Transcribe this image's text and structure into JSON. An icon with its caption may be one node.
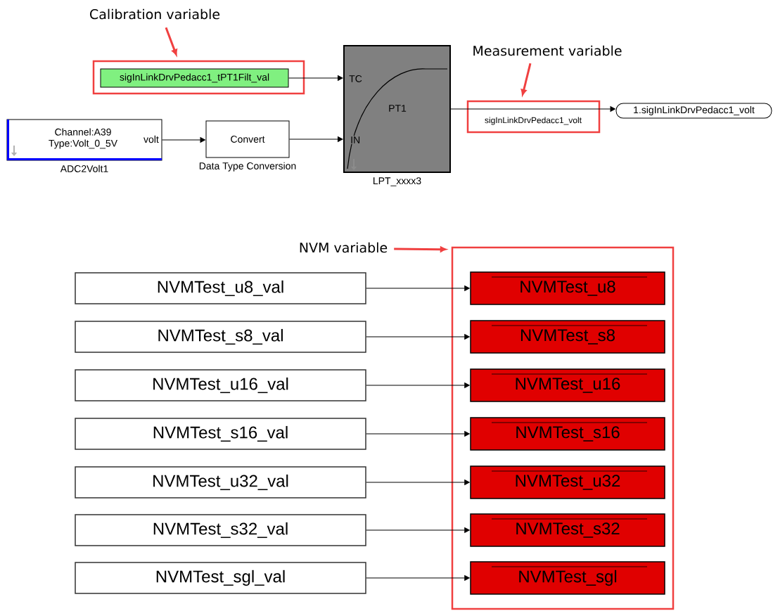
{
  "diagram": {
    "nodes": [
      {
        "text": [
          "Calibration variable"
        ]
      },
      {
        "text": [],
        "shape": "box"
      },
      {
        "text": [
          "sigInLinkDrvPedacc1_tPT1Filt_val"
        ],
        "in": 1
      },
      {
        "text": [
          "Channel:A39 Type:Volt_0_5V",
          "volt"
        ],
        "beside": [
          "ADC2Volt1"
        ]
      },
      {
        "text": [
          "Convert"
        ],
        "beside": [
          "Data Type Conversion"
        ]
      },
      {
        "text": [
          "TC",
          "PT1",
          "IN"
        ],
        "beside": [
          "LPT_xxxx3"
        ]
      },
      {
        "text": [
          "Measurement variable"
        ]
      },
      {
        "text": [
          "sigInLinkDrvPedacc1_volt"
        ]
      },
      {
        "text": [
          "1.sigInLinkDrvPedacc1_volt"
        ]
      },
      {
        "text": [
          "NVM variable"
        ]
      },
      {
        "text": [],
        "shape": "box"
      },
      {
        "text": [
          "NVMTest_u8_val"
        ]
      },
      {
        "text": [
          "NVMTest_s8_val"
        ]
      },
      {
        "text": [
          "NVMTest_u16_val"
        ]
      },
      {
        "text": [
          "NVMTest_s16_val"
        ]
      },
      {
        "text": [
          "NVMTest_u32_val"
        ]
      },
      {
        "text": [
          "NVMTest_s32_val"
        ]
      },
      {
        "text": [
          "NVMTest_sgl_val"
        ]
      },
      {
        "text": [
          "NVMTest_u8"
        ],
        "in": 10
      },
      {
        "text": [
          "NVMTest_s8"
        ],
        "in": 10
      },
      {
        "text": [
          "NVMTest_u16"
        ],
        "in": 10
      },
      {
        "text": [
          "NVMTest_s16"
        ],
        "in": 10
      },
      {
        "text": [
          "NVMTest_u32"
        ],
        "in": 10
      },
      {
        "text": [
          "NVMTest_s32"
        ],
        "in": 10
      },
      {
        "text": [
          "NVMTest_sgl"
        ],
        "in": 10
      }
    ],
    "edges": [
      {
        "from": 0,
        "to": 1,
        "arrow": "to",
        "style": "thick",
        "color": "#f04040"
      },
      {
        "from": 2,
        "to": 5,
        "arrow": "to"
      },
      {
        "from": 3,
        "to": 4,
        "arrow": "to"
      },
      {
        "from": 4,
        "to": 5,
        "arrow": "to"
      },
      {
        "from": 5,
        "to": 7,
        "arrow": "none"
      },
      {
        "from": 7,
        "to": 8,
        "arrow": "to"
      },
      {
        "from": 6,
        "to": 7,
        "arrow": "to",
        "style": "thick",
        "color": "#f04040"
      },
      {
        "from": 9,
        "to": 10,
        "arrow": "to",
        "style": "thick",
        "color": "#f04040"
      },
      {
        "from": 11,
        "to": 18,
        "arrow": "to"
      },
      {
        "from": 12,
        "to": 19,
        "arrow": "to"
      },
      {
        "from": 13,
        "to": 20,
        "arrow": "to"
      },
      {
        "from": 14,
        "to": 21,
        "arrow": "to"
      },
      {
        "from": 15,
        "to": 22,
        "arrow": "to"
      },
      {
        "from": 16,
        "to": 23,
        "arrow": "to"
      },
      {
        "from": 17,
        "to": 24,
        "arrow": "to"
      }
    ]
  }
}
